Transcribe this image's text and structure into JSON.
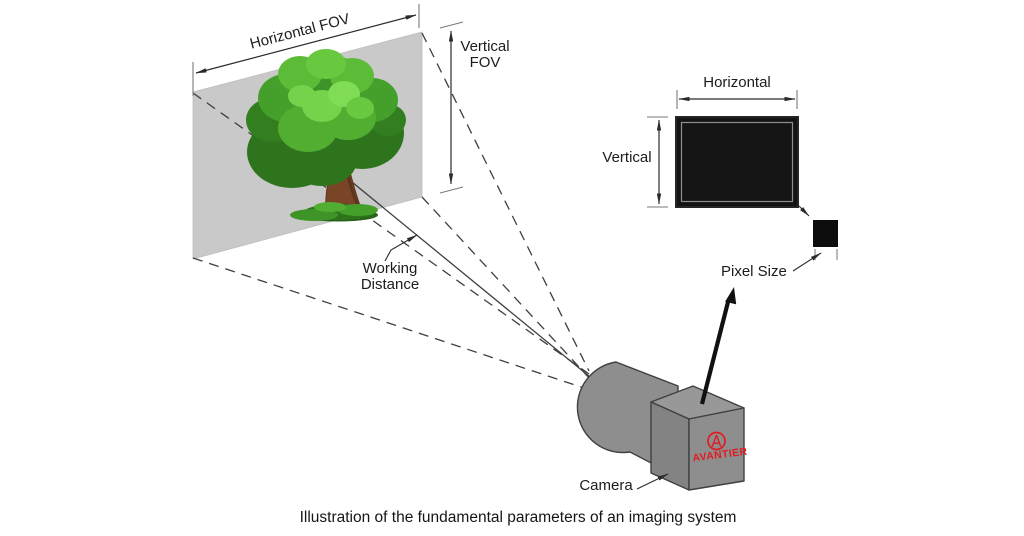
{
  "figure": {
    "caption": "Illustration of the fundamental parameters of an imaging system",
    "field_of_view": {
      "horizontal_label": "Horizontal FOV",
      "vertical_label_line1": "Vertical",
      "vertical_label_line2": "FOV"
    },
    "working_distance": {
      "label_line1": "Working",
      "label_line2": "Distance"
    },
    "sensor": {
      "horizontal_label": "Horizontal",
      "vertical_label": "Vertical",
      "pixel_size_label": "Pixel Size"
    },
    "camera": {
      "label": "Camera",
      "brand_logo_text": "AVANTIER"
    },
    "colors": {
      "plane_gray": "#c9c9c9",
      "camera_gray": "#8e8e8e",
      "sensor_black": "#141414",
      "pixel_black": "#0d0d0d",
      "brand_red": "#e01b22",
      "line_dark": "#3f3f3f"
    }
  }
}
